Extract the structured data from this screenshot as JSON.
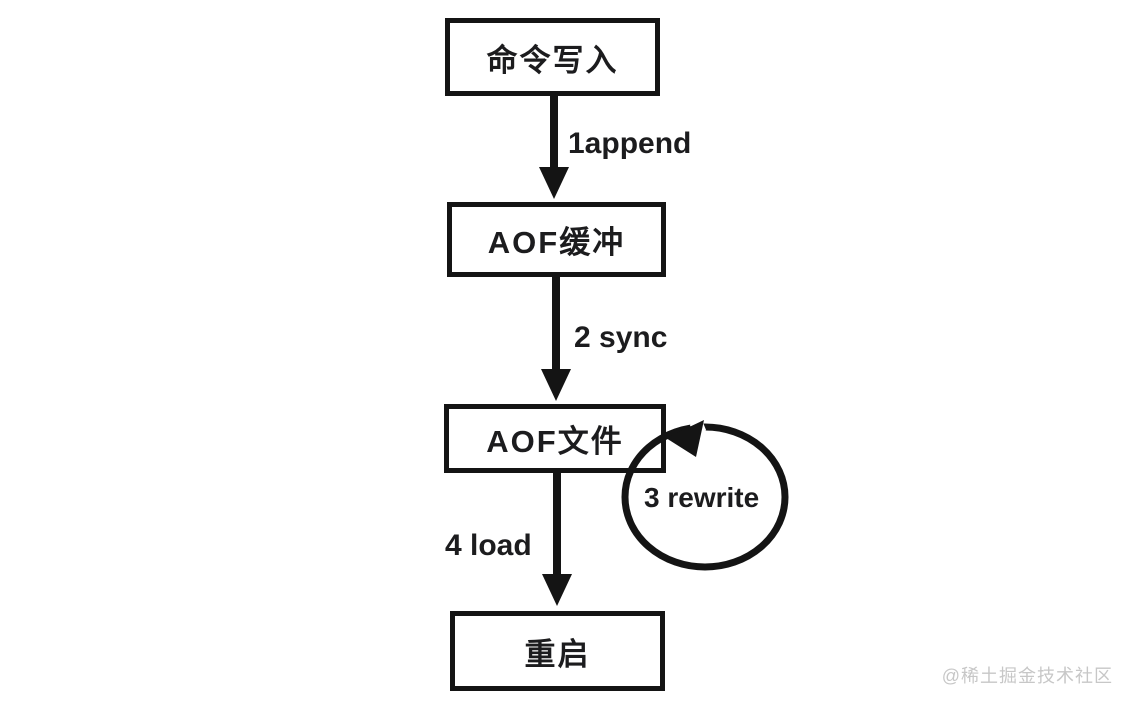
{
  "diagram": {
    "title_semantic": "Redis AOF persistence flow",
    "background_color": "#ffffff",
    "stroke_color": "#141414",
    "text_color": "#1c1c1e",
    "watermark_color": "#c7c7c7",
    "nodes": [
      {
        "id": "node-command-write",
        "label": "命令写入"
      },
      {
        "id": "node-aof-buffer",
        "label": "AOF缓冲"
      },
      {
        "id": "node-aof-file",
        "label": "AOF文件"
      },
      {
        "id": "node-restart",
        "label": "重启"
      }
    ],
    "edges": [
      {
        "id": "edge-append",
        "label": "1append",
        "from": "node-command-write",
        "to": "node-aof-buffer",
        "shape": "straight-down"
      },
      {
        "id": "edge-sync",
        "label": "2 sync",
        "from": "node-aof-buffer",
        "to": "node-aof-file",
        "shape": "straight-down"
      },
      {
        "id": "edge-rewrite",
        "label": "3 rewrite",
        "from": "node-aof-file",
        "to": "node-aof-file",
        "shape": "self-loop-circle"
      },
      {
        "id": "edge-load",
        "label": "4 load",
        "from": "node-aof-file",
        "to": "node-restart",
        "shape": "straight-down"
      }
    ],
    "watermark": "@稀土掘金技术社区"
  }
}
